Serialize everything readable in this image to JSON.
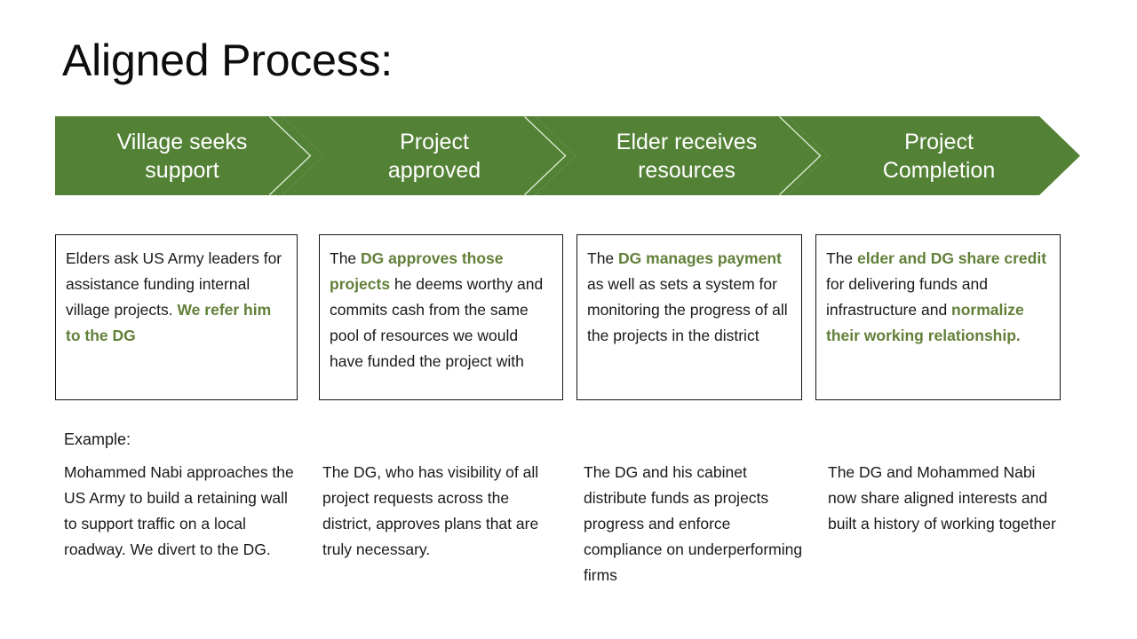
{
  "slide": {
    "title": "Aligned Process:",
    "background_color": "#ffffff",
    "accent_green": "#538135",
    "highlight_green": "#628039",
    "text_color": "#1a1a1a"
  },
  "process": {
    "steps": [
      {
        "label_line1": "Village seeks",
        "label_line2": "support"
      },
      {
        "label_line1": "Project",
        "label_line2": "approved"
      },
      {
        "label_line1": "Elder receives",
        "label_line2": "resources"
      },
      {
        "label_line1": "Project",
        "label_line2": "Completion"
      }
    ]
  },
  "descriptions": [
    {
      "parts": [
        {
          "text": "Elders ask US Army leaders for assistance funding internal village projects. ",
          "style": "normal"
        },
        {
          "text": "We refer him to the DG",
          "style": "highlight"
        }
      ]
    },
    {
      "parts": [
        {
          "text": "The ",
          "style": "normal"
        },
        {
          "text": "DG approves those projects",
          "style": "highlight"
        },
        {
          "text": " he deems worthy and commits cash from the same pool of resources we would have funded the project with",
          "style": "normal"
        }
      ]
    },
    {
      "parts": [
        {
          "text": "The ",
          "style": "normal"
        },
        {
          "text": "DG manages payment",
          "style": "highlight"
        },
        {
          "text": " as well as sets a system for monitoring the progress of all the projects in the district",
          "style": "normal"
        }
      ]
    },
    {
      "parts": [
        {
          "text": "The ",
          "style": "normal"
        },
        {
          "text": "elder and DG share credit",
          "style": "highlight"
        },
        {
          "text": " for delivering funds and infrastructure and ",
          "style": "normal"
        },
        {
          "text": "normalize their working relationship.",
          "style": "highlight"
        }
      ]
    }
  ],
  "example": {
    "label": "Example:",
    "columns": [
      "Mohammed Nabi approaches the US Army to build a retaining wall to support traffic on a local roadway. We divert to the DG.",
      "The DG, who has visibility of all project requests across the district, approves plans that are truly necessary.",
      "The DG and his cabinet distribute funds as projects progress and enforce compliance on underperforming firms",
      "The DG and Mohammed Nabi now share aligned interests and built a history of working together"
    ]
  }
}
